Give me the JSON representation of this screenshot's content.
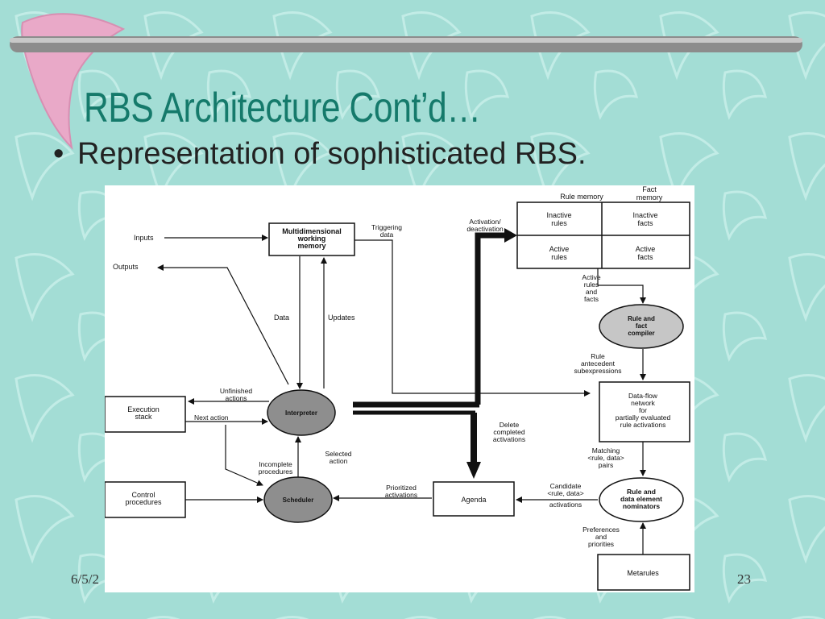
{
  "slide": {
    "title": "RBS Architecture Cont’d…",
    "bullet_marker": "•",
    "bullet": "Representation of sophisticated RBS.",
    "date": "6/5/2",
    "page_number": "23",
    "colors": {
      "background": "#a3ddd5",
      "title": "#157a6b",
      "bar": "#8c8c8c",
      "boomerang": "#e9a9c8"
    }
  },
  "diagram": {
    "headers": {
      "rule_memory": "Rule memory",
      "fact_memory": [
        "Fact",
        "memory"
      ]
    },
    "boxes": {
      "working_memory": [
        "Multidimensional",
        "working",
        "memory"
      ],
      "execution_stack": [
        "Execution",
        "stack"
      ],
      "control_procedures": [
        "Control",
        "procedures"
      ],
      "agenda": "Agenda",
      "dataflow": [
        "Data-flow",
        "network",
        "for",
        "partially evaluated",
        "rule activations"
      ],
      "metarules": "Metarules",
      "inactive_rules": [
        "Inactive",
        "rules"
      ],
      "inactive_facts": [
        "Inactive",
        "facts"
      ],
      "active_rules": [
        "Active",
        "rules"
      ],
      "active_facts": [
        "Active",
        "facts"
      ]
    },
    "circles": {
      "interpreter": "Interpreter",
      "scheduler": "Scheduler",
      "compiler": [
        "Rule and",
        "fact",
        "compiler"
      ],
      "nominators": [
        "Rule and",
        "data element",
        "nominators"
      ]
    },
    "labels": {
      "inputs": "Inputs",
      "outputs": "Outputs",
      "triggering_data": [
        "Triggering",
        "data"
      ],
      "activation": [
        "Activation/",
        "deactivation"
      ],
      "data": "Data",
      "updates": "Updates",
      "active_rules_facts": [
        "Active",
        "rules",
        "and",
        "facts"
      ],
      "rule_antecedent": [
        "Rule",
        "antecedent",
        "subexpressions"
      ],
      "unfinished": [
        "Unfinished",
        "actions"
      ],
      "next_action": "Next action",
      "delete_completed": [
        "Delete",
        "completed",
        "activations"
      ],
      "selected_action": [
        "Selected",
        "action"
      ],
      "incomplete_procedures": [
        "Incomplete",
        "procedures"
      ],
      "matching": [
        "Matching",
        "<rule, data>",
        "pairs"
      ],
      "prioritized": [
        "Prioritized",
        "activations"
      ],
      "candidate": [
        "Candidate",
        "<rule, data>",
        "activations"
      ],
      "preferences": [
        "Preferences",
        "and",
        "priorities"
      ]
    }
  }
}
